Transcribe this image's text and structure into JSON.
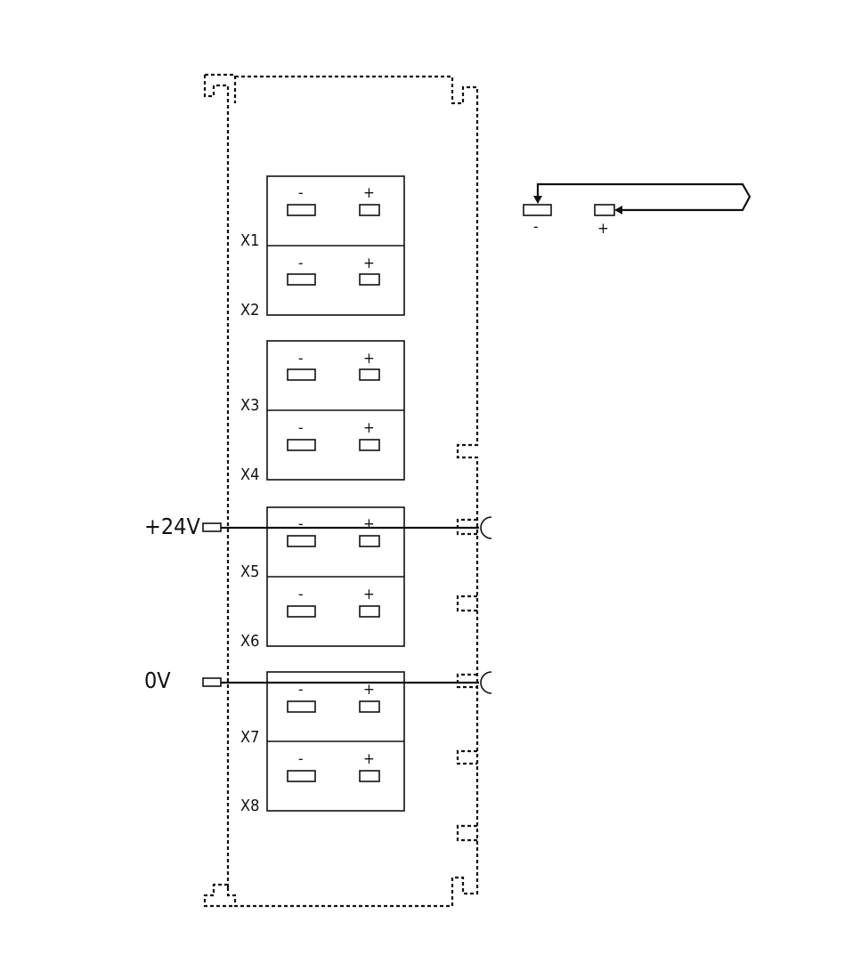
{
  "ports": [
    {
      "id": "X1",
      "minus": "-",
      "plus": "+"
    },
    {
      "id": "X2",
      "minus": "-",
      "plus": "+"
    },
    {
      "id": "X3",
      "minus": "-",
      "plus": "+"
    },
    {
      "id": "X4",
      "minus": "-",
      "plus": "+"
    },
    {
      "id": "X5",
      "minus": "-",
      "plus": "+"
    },
    {
      "id": "X6",
      "minus": "-",
      "plus": "+"
    },
    {
      "id": "X7",
      "minus": "-",
      "plus": "+"
    },
    {
      "id": "X8",
      "minus": "-",
      "plus": "+"
    }
  ],
  "supply": {
    "positive_label": "+24V",
    "zero_label": "0V"
  },
  "legend": {
    "minus": "-",
    "plus": "+"
  }
}
